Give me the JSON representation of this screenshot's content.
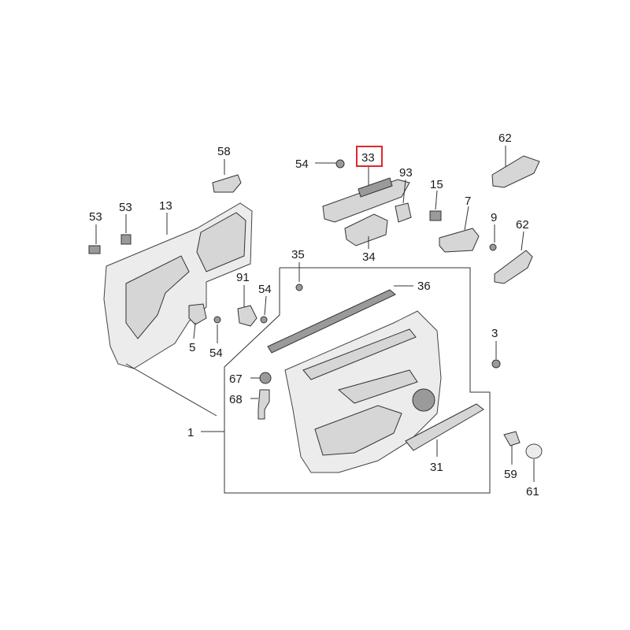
{
  "callouts": {
    "c1": "1",
    "c3": "3",
    "c5": "5",
    "c7": "7",
    "c9": "9",
    "c13": "13",
    "c15": "15",
    "c31": "31",
    "c33": "33",
    "c34": "34",
    "c35": "35",
    "c36": "36",
    "c53a": "53",
    "c53b": "53",
    "c54a": "54",
    "c54b": "54",
    "c54c": "54",
    "c58": "58",
    "c59": "59",
    "c61": "61",
    "c62a": "62",
    "c62b": "62",
    "c67": "67",
    "c68": "68",
    "c91": "91",
    "c93": "93"
  },
  "highlighted_callout": "33",
  "colors": {
    "highlight": "#e0262b",
    "line": "#333333",
    "part_fill": "#d6d6d6"
  }
}
